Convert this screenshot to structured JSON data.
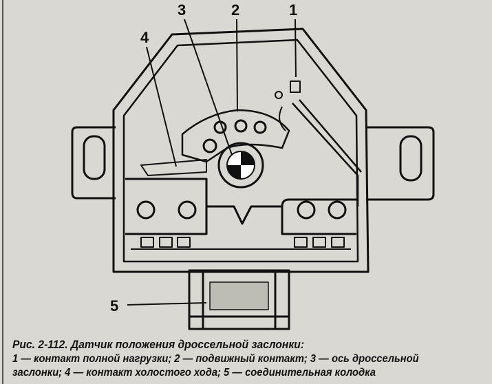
{
  "figure": {
    "callouts": [
      "1",
      "2",
      "3",
      "4",
      "5"
    ],
    "caption_title": "Рис. 2-112. Датчик положения дроссельной заслонки:",
    "caption_legend_line1": "1 — контакт полной нагрузки; 2 — подвижный контакт; 3 — ось дроссельной",
    "caption_legend_line2": "заслонки; 4 — контакт холостого хода; 5 — соединительная колодка"
  }
}
